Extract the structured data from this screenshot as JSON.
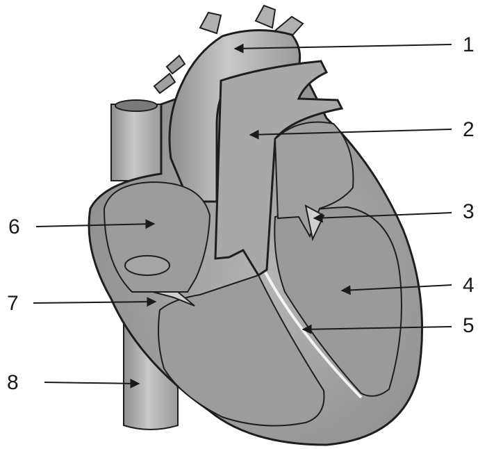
{
  "colors": {
    "heart_fill": "#a9a9a9",
    "heart_dark": "#8e8e8e",
    "chamber_fill": "#9a9a9a",
    "outline": "#1e1e1e",
    "highlight": "#f2f2f2",
    "label": "#1a1a1a"
  },
  "labels": [
    {
      "id": "1",
      "text": "1"
    },
    {
      "id": "2",
      "text": "2"
    },
    {
      "id": "3",
      "text": "3"
    },
    {
      "id": "4",
      "text": "4"
    },
    {
      "id": "5",
      "text": "5"
    },
    {
      "id": "6",
      "text": "6"
    },
    {
      "id": "7",
      "text": "7"
    },
    {
      "id": "8",
      "text": "8"
    }
  ]
}
